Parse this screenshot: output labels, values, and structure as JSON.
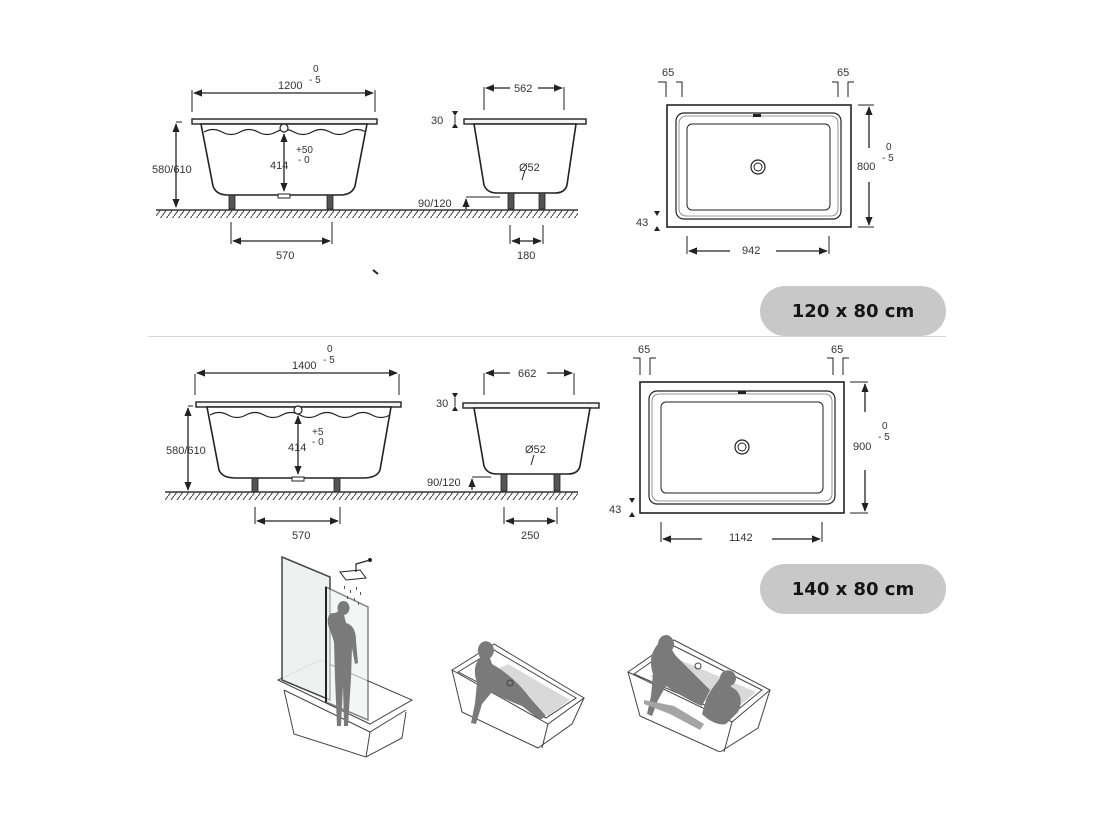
{
  "variants": [
    {
      "id": "120x80",
      "badge_label": "120 x 80 cm",
      "side_view": {
        "length": "1200",
        "length_tol_upper": "0",
        "length_tol_lower": "- 5",
        "height": "580/610",
        "depth": "414",
        "depth_tol_upper": "+50",
        "depth_tol_lower": "- 0",
        "leg_spacing": "570"
      },
      "end_view": {
        "inner_width": "562",
        "rim": "30",
        "drain": "Ø52",
        "foot_height": "90/120",
        "leg_spacing": "180"
      },
      "top_view": {
        "left_margin": "65",
        "right_margin": "65",
        "width": "800",
        "width_tol_upper": "0",
        "width_tol_lower": "- 5",
        "bottom_margin": "43",
        "inner_length": "942"
      }
    },
    {
      "id": "140x80",
      "badge_label": "140 x 80 cm",
      "side_view": {
        "length": "1400",
        "length_tol_upper": "0",
        "length_tol_lower": "- 5",
        "height": "580/610",
        "depth": "414",
        "depth_tol_upper": "+5",
        "depth_tol_lower": "- 0",
        "leg_spacing": "570"
      },
      "end_view": {
        "inner_width": "662",
        "rim": "30",
        "drain": "Ø52",
        "foot_height": "90/120",
        "leg_spacing": "250"
      },
      "top_view": {
        "left_margin": "65",
        "right_margin": "65",
        "width": "900",
        "width_tol_upper": "0",
        "width_tol_lower": "- 5",
        "bottom_margin": "43",
        "inner_length": "1142"
      }
    }
  ],
  "illustrations": [
    {
      "name": "bathtub-with-shower-screen",
      "icon": "person-showering-icon"
    },
    {
      "name": "bathtub-single-bather",
      "icon": "person-bathing-icon"
    },
    {
      "name": "bathtub-two-bathers",
      "icon": "two-people-bathing-icon"
    }
  ]
}
